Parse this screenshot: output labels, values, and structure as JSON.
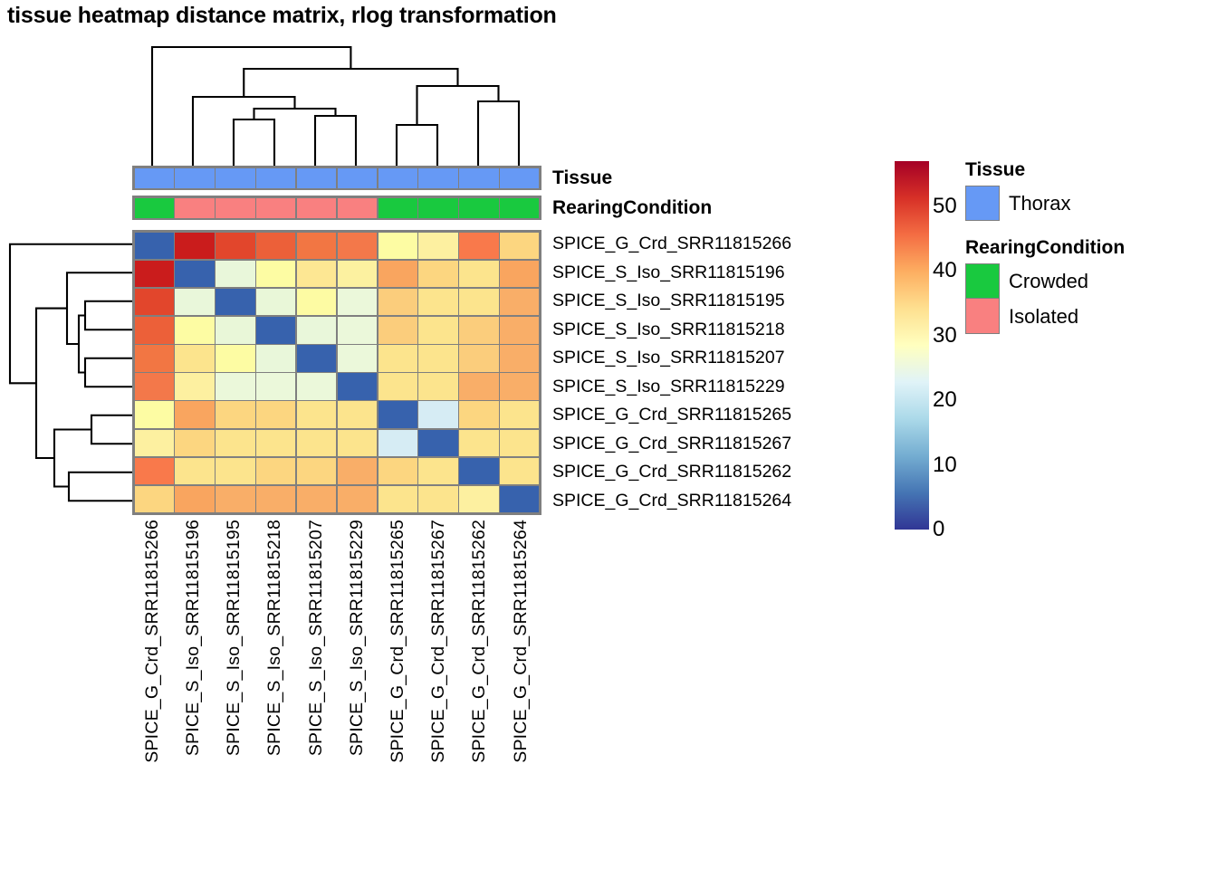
{
  "title": "tissue heatmap distance matrix, rlog transformation",
  "samples": [
    "SPICE_G_Crd_SRR11815266",
    "SPICE_S_Iso_SRR11815196",
    "SPICE_S_Iso_SRR11815195",
    "SPICE_S_Iso_SRR11815218",
    "SPICE_S_Iso_SRR11815207",
    "SPICE_S_Iso_SRR11815229",
    "SPICE_G_Crd_SRR11815265",
    "SPICE_G_Crd_SRR11815267",
    "SPICE_G_Crd_SRR11815262",
    "SPICE_G_Crd_SRR11815264"
  ],
  "annotations": {
    "tissue": {
      "title": "Tissue",
      "values": [
        "Thorax",
        "Thorax",
        "Thorax",
        "Thorax",
        "Thorax",
        "Thorax",
        "Thorax",
        "Thorax",
        "Thorax",
        "Thorax"
      ]
    },
    "rearing": {
      "title": "RearingCondition",
      "values": [
        "Crowded",
        "Isolated",
        "Isolated",
        "Isolated",
        "Isolated",
        "Isolated",
        "Crowded",
        "Crowded",
        "Crowded",
        "Crowded"
      ]
    }
  },
  "legends": {
    "tissue": {
      "title": "Tissue",
      "items": [
        {
          "label": "Thorax",
          "color": "#6699F5"
        }
      ]
    },
    "rearing": {
      "title": "RearingCondition",
      "items": [
        {
          "label": "Crowded",
          "color": "#19C93F"
        },
        {
          "label": "Isolated",
          "color": "#F98080"
        }
      ]
    }
  },
  "colorbar": {
    "ticks": [
      "50",
      "40",
      "30",
      "20",
      "10",
      "0"
    ],
    "tick_values": [
      50,
      40,
      30,
      20,
      10,
      0
    ],
    "min": 0,
    "max": 57,
    "gradient": [
      "#a50026",
      "#d73027",
      "#f46d43",
      "#fdae61",
      "#fee090",
      "#ffffbf",
      "#e0f3f8",
      "#abd9e9",
      "#74add1",
      "#4575b4",
      "#313695"
    ]
  },
  "chart_data": {
    "type": "heatmap",
    "title": "tissue heatmap distance matrix, rlog transformation",
    "xlabel": "",
    "ylabel": "",
    "grid": false,
    "legend_position": "right",
    "colorscale": "RdYlBu reversed",
    "zlim": [
      0,
      57
    ],
    "x": [
      "SPICE_G_Crd_SRR11815266",
      "SPICE_S_Iso_SRR11815196",
      "SPICE_S_Iso_SRR11815195",
      "SPICE_S_Iso_SRR11815218",
      "SPICE_S_Iso_SRR11815207",
      "SPICE_S_Iso_SRR11815229",
      "SPICE_G_Crd_SRR11815265",
      "SPICE_G_Crd_SRR11815267",
      "SPICE_G_Crd_SRR11815262",
      "SPICE_G_Crd_SRR11815264"
    ],
    "y": [
      "SPICE_G_Crd_SRR11815266",
      "SPICE_S_Iso_SRR11815196",
      "SPICE_S_Iso_SRR11815195",
      "SPICE_S_Iso_SRR11815218",
      "SPICE_S_Iso_SRR11815207",
      "SPICE_S_Iso_SRR11815229",
      "SPICE_G_Crd_SRR11815265",
      "SPICE_G_Crd_SRR11815267",
      "SPICE_G_Crd_SRR11815262",
      "SPICE_G_Crd_SRR11815264"
    ],
    "values": [
      [
        0,
        55,
        50,
        47,
        45,
        45,
        27,
        28,
        45,
        34
      ],
      [
        55,
        0,
        23,
        26,
        29,
        27,
        41,
        35,
        30,
        40
      ],
      [
        50,
        23,
        0,
        23,
        25,
        23,
        36,
        33,
        32,
        39
      ],
      [
        47,
        26,
        23,
        0,
        23,
        23,
        35,
        33,
        35,
        39
      ],
      [
        45,
        29,
        25,
        23,
        0,
        23,
        33,
        32,
        35,
        39
      ],
      [
        45,
        27,
        23,
        23,
        23,
        0,
        34,
        33,
        38,
        39
      ],
      [
        27,
        41,
        36,
        35,
        33,
        34,
        0,
        15,
        35,
        30
      ],
      [
        28,
        35,
        33,
        33,
        32,
        33,
        15,
        0,
        31,
        30
      ],
      [
        45,
        30,
        32,
        35,
        35,
        38,
        35,
        31,
        0,
        29
      ],
      [
        34,
        40,
        39,
        39,
        39,
        39,
        30,
        30,
        29,
        0
      ]
    ],
    "cell_colors": [
      [
        "#3762ad",
        "#ca1c1c",
        "#e2462c",
        "#ec6039",
        "#f27643",
        "#f3784a",
        "#fdfca3",
        "#fdf0a0",
        "#f9794b",
        "#fcd680"
      ],
      [
        "#ca1c1c",
        "#3762ad",
        "#e9f7da",
        "#fdfca3",
        "#fde793",
        "#fcf1a0",
        "#f9a55f",
        "#fcd680",
        "#fce48d",
        "#f9a55f"
      ],
      [
        "#e2462c",
        "#e9f7da",
        "#3762ad",
        "#e9f7d8",
        "#fdfba3",
        "#ebf8da",
        "#fbcd7c",
        "#fce48d",
        "#fce48d",
        "#f9ae68"
      ],
      [
        "#ec6039",
        "#fdfca3",
        "#e9f7d8",
        "#3762ad",
        "#e9f7da",
        "#ebf8da",
        "#fbcd7c",
        "#fce48d",
        "#fbcd7c",
        "#f9ae68"
      ],
      [
        "#f27643",
        "#fce48d",
        "#fdfca3",
        "#e9f7da",
        "#3762ad",
        "#ebf8da",
        "#fce48d",
        "#fce48d",
        "#fbcd7c",
        "#f9ae68"
      ],
      [
        "#f3784a",
        "#fdf0a0",
        "#ebf8da",
        "#ebf8da",
        "#ebf8da",
        "#3762ad",
        "#fce48d",
        "#fce48d",
        "#f9ae68",
        "#f9ae68"
      ],
      [
        "#fdfca3",
        "#f9a55f",
        "#fcd680",
        "#fcd680",
        "#fce48d",
        "#fce48d",
        "#3762ad",
        "#d6ecf4",
        "#fcd680",
        "#fce48d"
      ],
      [
        "#fdf0a0",
        "#fcd680",
        "#fce48d",
        "#fce48d",
        "#fce48d",
        "#fce48d",
        "#d6ecf4",
        "#3762ad",
        "#fce48d",
        "#fce48d"
      ],
      [
        "#f9794b",
        "#fce48d",
        "#fce48d",
        "#fcd680",
        "#fcd680",
        "#f9ae68",
        "#fcd680",
        "#fce48d",
        "#3762ad",
        "#fce48d"
      ],
      [
        "#fcd680",
        "#f9a55f",
        "#f9ae68",
        "#f9ae68",
        "#f9ae68",
        "#f9ae68",
        "#fce48d",
        "#fce48d",
        "#fdf0a0",
        "#3762ad"
      ]
    ]
  }
}
